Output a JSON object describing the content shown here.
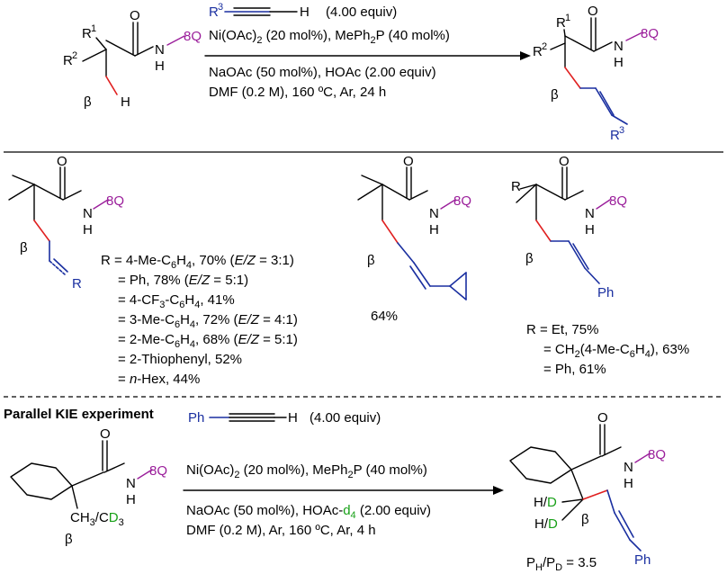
{
  "reaction_top": {
    "reactant": {
      "R1": "R",
      "R1_sup": "1",
      "R2": "R",
      "R2_sup": "2",
      "N_H": "N",
      "H": "H",
      "Q8": "8Q",
      "O": "O",
      "beta": "β",
      "H_beta": "H"
    },
    "alkyne": {
      "R3": "R",
      "R3_sup": "3",
      "H": "H",
      "equiv": "(4.00 equiv)"
    },
    "cond_line1": "Ni(OAc)",
    "cond_line1_sub": "2",
    "cond_line1_rest": " (20 mol%), MePh",
    "cond_line1_sub2": "2",
    "cond_line1_end": "P (40 mol%)",
    "cond_line2": "NaOAc (50 mol%), HOAc (2.00 equiv)",
    "cond_line3": "DMF (0.2 M), 160 ºC, Ar, 24 h",
    "product": {
      "R1": "R",
      "R1_sup": "1",
      "R2": "R",
      "R2_sup": "2",
      "O": "O",
      "N": "N",
      "H": "H",
      "Q8": "8Q",
      "beta": "β",
      "R3": "R",
      "R3_sup": "3"
    }
  },
  "scope": {
    "left": {
      "O": "O",
      "N": "N",
      "H": "H",
      "Q8": "8Q",
      "beta": "β",
      "R": "R",
      "entries": [
        {
          "pre": "R = 4-Me-C",
          "sub": "6",
          "mid": "H",
          "sub2": "4",
          "post": ", 70% (",
          "ital": "E/Z",
          "end": " = 3:1)"
        },
        {
          "pre": "= Ph, 78% (",
          "ital": "E/Z",
          "end": " = 5:1)"
        },
        {
          "pre": "= 4-CF",
          "sub": "3",
          "mid": "-C",
          "sub2": "6",
          "mid2": "H",
          "sub3": "4",
          "post": ", 41%"
        },
        {
          "pre": "= 3-Me-C",
          "sub": "6",
          "mid": "H",
          "sub2": "4",
          "post": ", 72% (",
          "ital": "E/Z",
          "end": " = 4:1)"
        },
        {
          "pre": "= 2-Me-C",
          "sub": "6",
          "mid": "H",
          "sub2": "4",
          "post": ", 68% (",
          "ital": "E/Z",
          "end": " = 5:1)"
        },
        {
          "pre": "= 2-Thiophenyl, 52%"
        },
        {
          "pre": "= ",
          "ital": "n",
          "end": "-Hex, 44%"
        }
      ]
    },
    "middle": {
      "O": "O",
      "N": "N",
      "H": "H",
      "Q8": "8Q",
      "beta": "β",
      "yield": "64%"
    },
    "right": {
      "O": "O",
      "N": "N",
      "H": "H",
      "Q8": "8Q",
      "beta": "β",
      "R": "R",
      "Ph": "Ph",
      "entry1": "R = Et, 75%",
      "entry2_pre": "= CH",
      "entry2_sub": "2",
      "entry2_mid": "(4-Me-C",
      "entry2_sub2": "6",
      "entry2_mid2": "H",
      "entry2_sub3": "4",
      "entry2_end": "), 63%",
      "entry3": "= Ph, 61%"
    }
  },
  "kie": {
    "title": "Parallel KIE experiment",
    "reactant": {
      "O": "O",
      "N": "N",
      "H": "H",
      "Q8": "8Q",
      "CH3": "CH",
      "CH3_sub": "3",
      "slash": "/C",
      "D": "D",
      "D_sub": "3",
      "beta": "β"
    },
    "alkyne": {
      "Ph": "Ph",
      "H": "H",
      "equiv": "(4.00 equiv)"
    },
    "cond_line1": "Ni(OAc)",
    "cond_line1_sub": "2",
    "cond_line1_rest": " (20 mol%), MePh",
    "cond_line1_sub2": "2",
    "cond_line1_end": "P (40 mol%)",
    "cond_line2_pre": "NaOAc (50 mol%), HOAc-",
    "cond_line2_d": "d",
    "cond_line2_dsub": "4",
    "cond_line2_end": " (2.00 equiv)",
    "cond_line3": "DMF (0.2 M), Ar, 160 ºC, Ar, 4 h",
    "product": {
      "O": "O",
      "N": "N",
      "H": "H",
      "Q8": "8Q",
      "HD1_H": "H/",
      "HD1_D": "D",
      "HD2_H": "H/",
      "HD2_D": "D",
      "beta": "β",
      "Ph": "Ph"
    },
    "ratio_P": "P",
    "ratio_H": "H",
    "ratio_slash": "/P",
    "ratio_D": "D",
    "ratio_val": " = 3.5"
  }
}
